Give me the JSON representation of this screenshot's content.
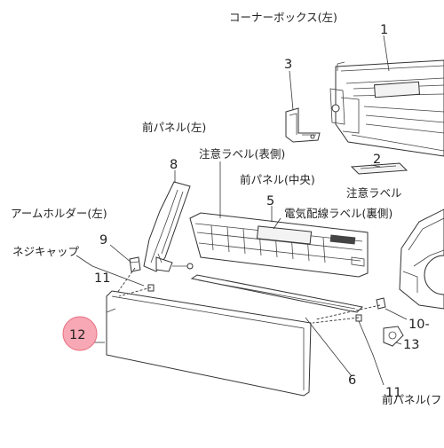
{
  "labels": {
    "corner_box_left": "コーナーボックス(左)",
    "front_panel_left": "前パネル(左)",
    "caution_label_front": "注意ラベル(表側)",
    "front_panel_center": "前パネル(中央)",
    "caution_label": "注意ラベル",
    "wiring_label_back": "電気配線ラベル(裏側)",
    "arm_holder_left": "アームホルダー(左)",
    "screw_cap": "ネジキャップ",
    "front_panel_right_partial": "前パネル(フ"
  },
  "numbers": {
    "n1": "1",
    "n2": "2",
    "n3": "3",
    "n5": "5",
    "n6": "6",
    "n8": "8",
    "n9": "9",
    "n10": "10-",
    "n11_left": "11",
    "n11_right": "11",
    "n12": "12",
    "n13": "13"
  },
  "colors": {
    "highlight_fill": "#f7a8b4",
    "highlight_stroke": "#e86b80",
    "line": "#333333"
  }
}
